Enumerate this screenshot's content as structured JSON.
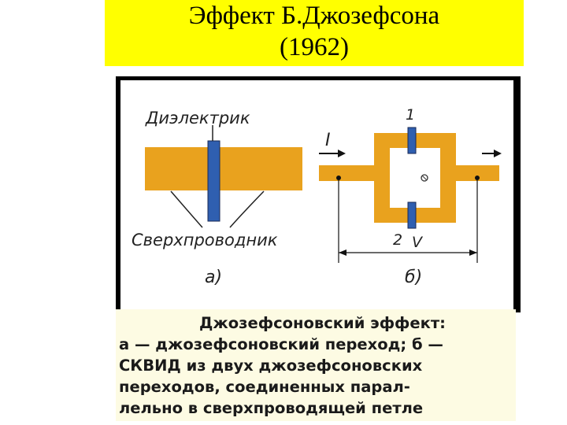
{
  "title": {
    "line1": "Эффект Б.Джозефсона",
    "line2": "(1962)"
  },
  "diagram_a": {
    "dielectric_label": "Диэлектрик",
    "superconductor_label": "Сверхпроводник",
    "sublabel": "а)"
  },
  "diagram_b": {
    "current_label": "I",
    "junction_1_label": "1",
    "junction_2_label": "2",
    "voltage_label": "V",
    "sublabel": "б)"
  },
  "caption": {
    "line1": "Джозефсоновский эффект:",
    "line2": "а — джозефсоновский переход; б —",
    "line3": "СКВИД из двух джозефсоновских",
    "line4": "переходов, соединенных парал-",
    "line5": "лельно в сверхпроводящей петле"
  },
  "colors": {
    "title_bg": "#ffff00",
    "superconductor": "#e9a21e",
    "junction": "#2f5fb0",
    "frame": "#000000"
  }
}
